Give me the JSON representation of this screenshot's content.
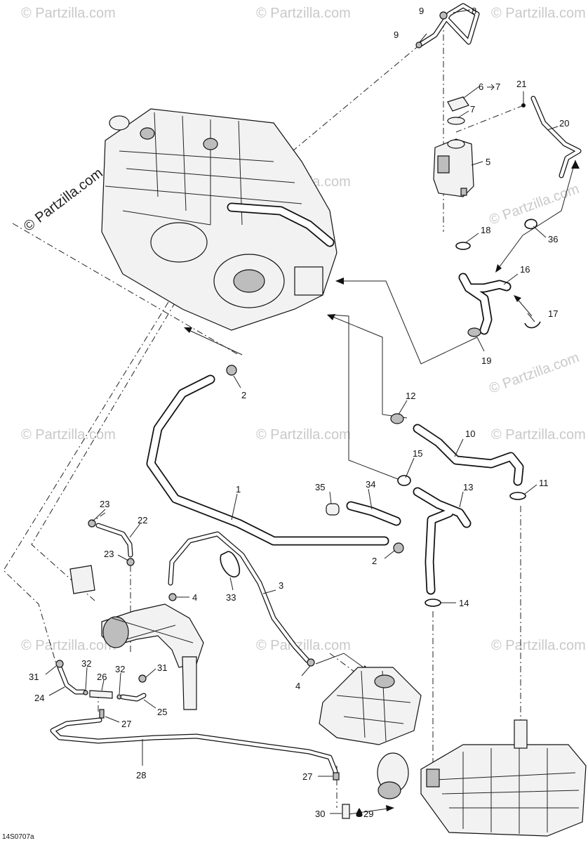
{
  "watermarks": [
    "© Partzilla.com",
    "© Partzilla.com",
    "© Partzilla.com",
    "© Partzilla.com",
    "© Partzilla.com",
    "© Partzilla.com",
    "© Partzilla.com",
    "© Partzilla.com",
    "© Partzilla.com",
    "© Partzilla.com",
    "© Partzilla.com",
    "© Partzilla.com"
  ],
  "side_watermark": "© Partzilla.com",
  "diagram_ref": "14S0707a",
  "callouts": {
    "c1": "1",
    "c2a": "2",
    "c2b": "2",
    "c3": "3",
    "c4a": "4",
    "c4b": "4",
    "c5": "5",
    "c6": "6",
    "c7a": "7",
    "c7b": "7",
    "c8": "8",
    "c9a": "9",
    "c9b": "9",
    "c10": "10",
    "c11": "11",
    "c12": "12",
    "c13": "13",
    "c14": "14",
    "c15": "15",
    "c16": "16",
    "c17": "17",
    "c18": "18",
    "c19": "19",
    "c20": "20",
    "c21": "21",
    "c22": "22",
    "c23a": "23",
    "c23b": "23",
    "c24": "24",
    "c25": "25",
    "c26": "26",
    "c27a": "27",
    "c27b": "27",
    "c28": "28",
    "c29": "29",
    "c30": "30",
    "c31a": "31",
    "c31b": "31",
    "c32a": "32",
    "c32b": "32",
    "c33": "33",
    "c34": "34",
    "c35": "35",
    "c36": "36"
  }
}
